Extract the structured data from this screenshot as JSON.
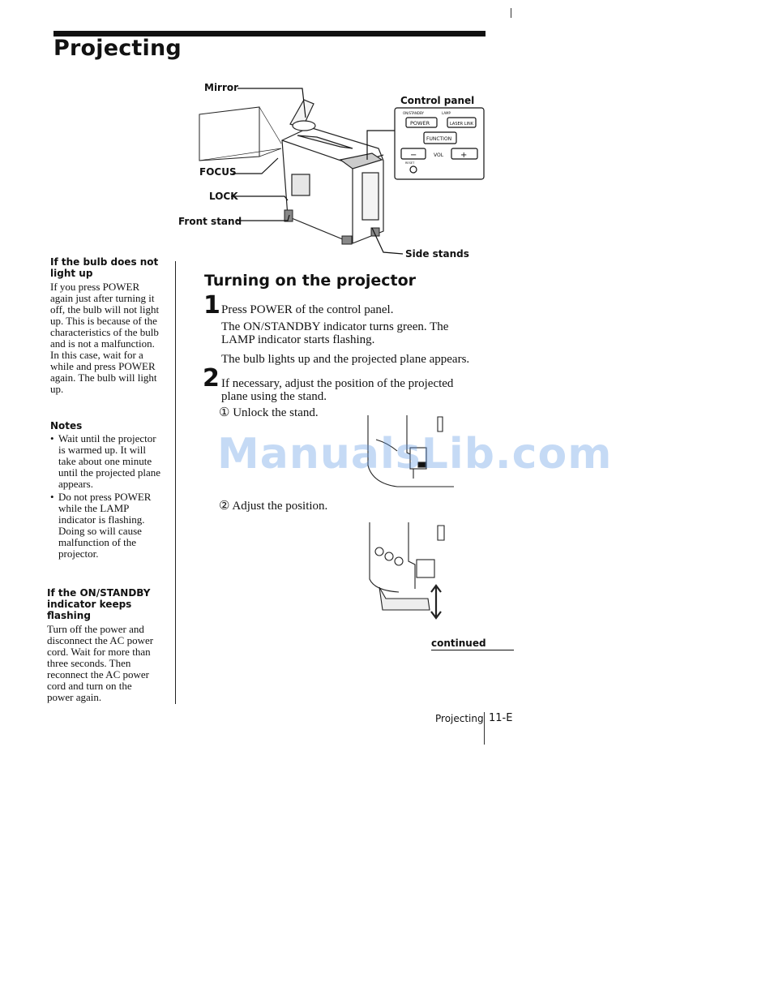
{
  "page": {
    "title": "Projecting"
  },
  "diagram": {
    "callouts": {
      "mirror": "Mirror",
      "focus": "FOCUS",
      "lock": "LOCK",
      "front_stand": "Front stand",
      "side_stands": "Side stands",
      "control_panel": "Control panel"
    },
    "panel": {
      "indicator_onstandby": "ON/STANDBY",
      "indicator_lamp": "LAMP",
      "power_button": "POWER",
      "laser_link_button": "LASER LINK",
      "function_button": "FUNCTION",
      "vol_label": "VOL",
      "vol_minus": "−",
      "vol_plus": "+",
      "reset_label": "RESET"
    }
  },
  "sidebar": {
    "bulb": {
      "heading": "If the bulb does not light up",
      "text": "If you press POWER again just after turning it off, the bulb will not light up. This is because of the characteristics of the bulb and is not a malfunction. In this case, wait for a while and press POWER again. The bulb will light up."
    },
    "notes": {
      "heading": "Notes",
      "items": [
        "Wait until the projector is warmed up. It will take about one minute until the projected plane appears.",
        "Do not press POWER while the LAMP indicator is flashing. Doing so will cause malfunction of the projector."
      ]
    },
    "standby": {
      "heading": "If the ON/STANDBY indicator keeps flashing",
      "text": "Turn off the power and disconnect the AC power cord. Wait for more than three seconds. Then reconnect the AC power cord and turn on the power again."
    }
  },
  "main": {
    "section_title": "Turning on the projector",
    "step1": {
      "number": "1",
      "line1": "Press POWER of the control panel.",
      "line2": "The ON/STANDBY indicator turns green. The LAMP indicator starts flashing.",
      "line3": "The bulb lights up and the projected plane appears."
    },
    "step2": {
      "number": "2",
      "text": "If necessary, adjust the position of the projected plane using the stand.",
      "sub1_marker": "①",
      "sub1_text": "Unlock the stand.",
      "sub2_marker": "②",
      "sub2_text": "Adjust the position."
    },
    "continued": "continued"
  },
  "watermark": "ManualsLib.com",
  "footer": {
    "section": "Projecting",
    "page": "11-E"
  }
}
